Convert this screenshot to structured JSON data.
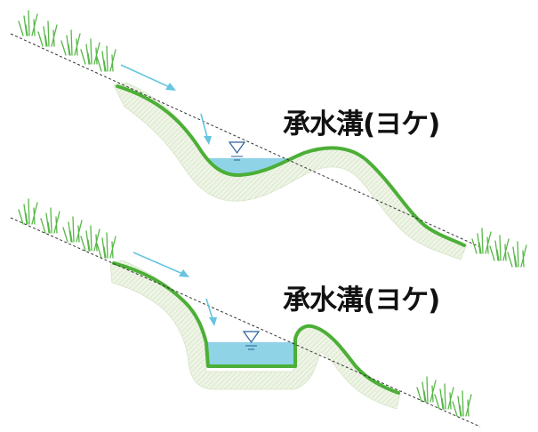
{
  "figures": [
    {
      "id": "upper",
      "label": "承水溝(ヨケ)"
    },
    {
      "id": "lower",
      "label": "承水溝(ヨケ)"
    }
  ],
  "colors": {
    "ground_line": "#333333",
    "channel_lining": "#4caf37",
    "embankment_fill": "#e8f0dc",
    "water": "#8fd3e6",
    "flow_arrow": "#66c5e0",
    "water_level_mark": "#2a5d9a",
    "grass": "#58b848"
  },
  "icons": {
    "flow": "arrow-icon",
    "water_level": "water-level-triangle-icon",
    "vegetation": "grass-icon"
  }
}
